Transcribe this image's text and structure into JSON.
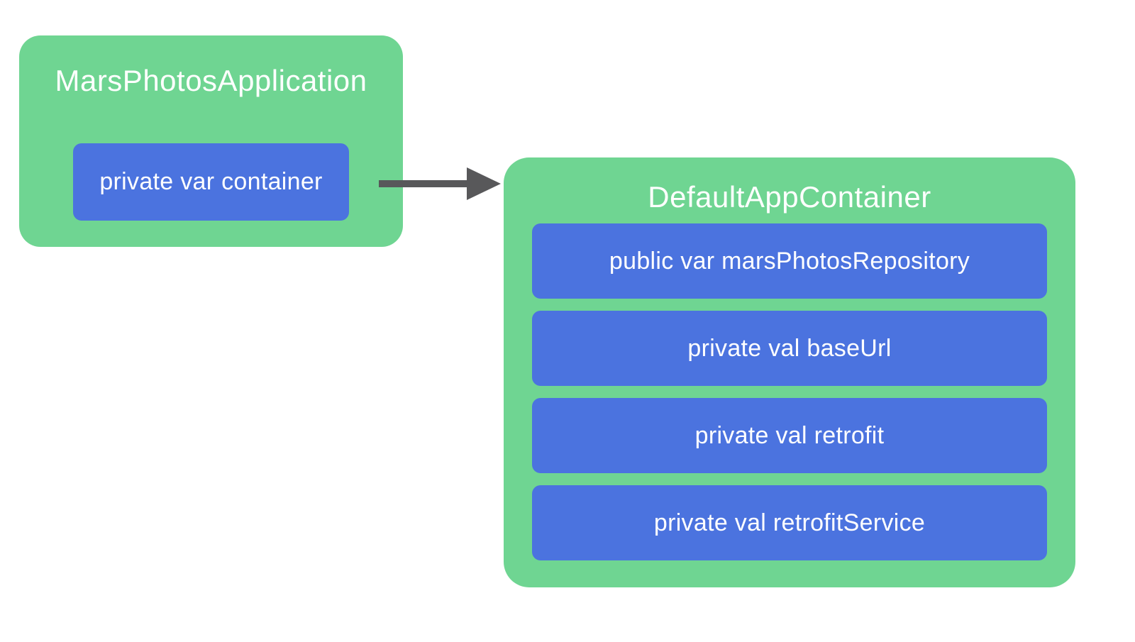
{
  "diagram": {
    "app_box": {
      "title": "MarsPhotosApplication",
      "fields": [
        {
          "label": "private var container"
        }
      ]
    },
    "container_box": {
      "title": "DefaultAppContainer",
      "fields": [
        {
          "label": "public var marsPhotosRepository"
        },
        {
          "label": "private val baseUrl"
        },
        {
          "label": "private val retrofit"
        },
        {
          "label": "private val retrofitService"
        }
      ]
    },
    "arrow": {
      "from": "private var container",
      "to": "DefaultAppContainer",
      "direction": "right"
    },
    "colors": {
      "green": "#6FD592",
      "blue": "#4B73DF",
      "arrow": "#58585A",
      "text": "#FFFFFF",
      "bg": "#FFFFFF"
    }
  }
}
